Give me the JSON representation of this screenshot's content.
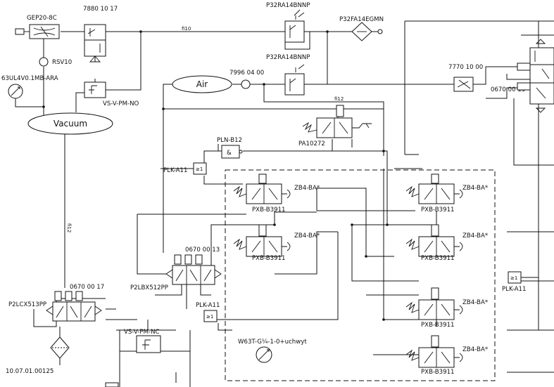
{
  "labels": {
    "gep20": "GEP20-8C",
    "rsv10": "RSV10",
    "gauge_vac": "63UL4V0.1MB-ARA",
    "vacuum": "Vacuum",
    "v7880": "7880 10 17",
    "vsv_no": "VS-V-PM-NO",
    "p32ra_top": "P32RA14BNNP",
    "p32ra_mid": "P32RA14BNNP",
    "p32fa": "P32FA14EGMN",
    "fi10": "fi10",
    "air": "Air",
    "v7996": "7996 04 00",
    "fi12_top": "fi12",
    "pa10272": "PA10272",
    "v7770": "7770 10 00",
    "v0670_13_top": "0670 00 13",
    "plnb12": "PLN-B12",
    "and_sym": "&",
    "plk_a11_a": "PLK-A11",
    "ge1_a": "≥1",
    "zb4_1": "ZB4-BA*",
    "pxb_1": "PXB-B3911",
    "zb4_2": "ZB4-BA*",
    "pxb_2": "PXB-B3911",
    "zb4_3": "ZB4-BA*",
    "pxb_3": "PXB-B3911",
    "zb4_4": "ZB4-BA*",
    "pxb_4": "PXB-B3911",
    "zb4_5": "ZB4-BA*",
    "pxb_5": "PXB-B3911",
    "zb4_6": "ZB4-BA*",
    "pxb_6": "PXB-B3911",
    "v0670_13_mid": "0670 00 13",
    "p2lbx": "P2LBX512PP",
    "fi12_left": "fi12",
    "p2lcx": "P2LCX513PP",
    "v0670_17": "0670 00 17",
    "plk_a11_b": "PLK-A11",
    "ge1_b": "≥1",
    "plk_a11_c": "PLK-A11",
    "ge1_c": "≥1",
    "vsv_nc": "VS-V-PM-NC",
    "w63t": "W63T-G¼-1-0+uchwyt",
    "filter_code": "10.07.01.00125"
  }
}
